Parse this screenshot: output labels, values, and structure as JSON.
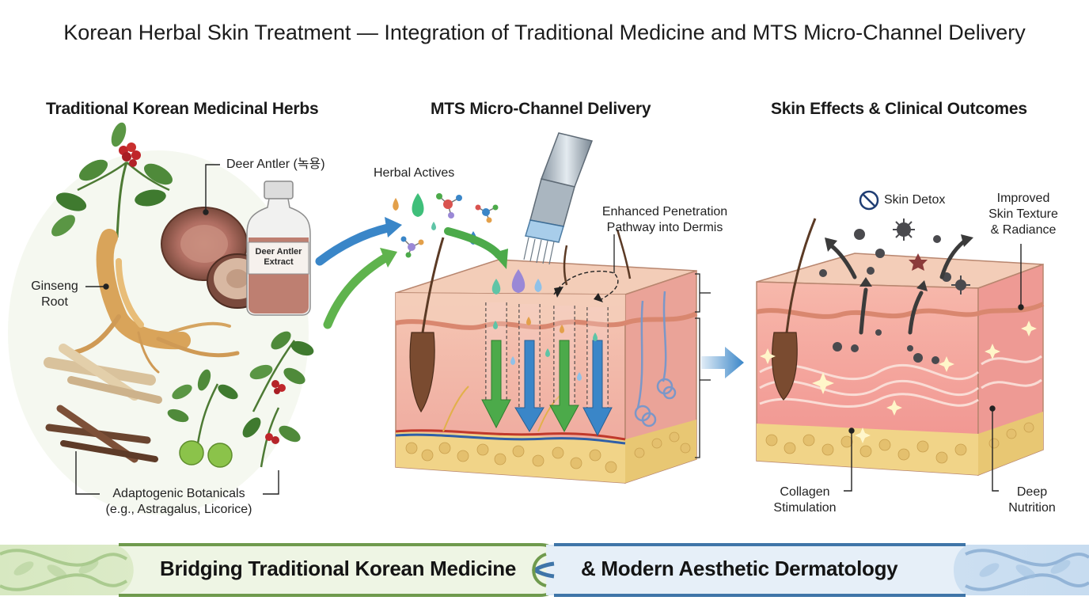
{
  "title": "Korean Herbal Skin Treatment — Integration of Traditional Medicine and MTS Micro-Channel Delivery",
  "panels": {
    "herbs": {
      "heading": "Traditional Korean Medicinal Herbs",
      "labels": {
        "deer_antler": "Deer Antler (녹용)",
        "bottle_line1": "Deer Antler",
        "bottle_line2": "Extract",
        "ginseng_line1": "Ginseng",
        "ginseng_line2": "Root",
        "adaptogenic_line1": "Adaptogenic Botanicals",
        "adaptogenic_line2": "(e.g., Astragalus, Licorice)"
      }
    },
    "mts": {
      "heading": "MTS Micro-Channel Delivery",
      "labels": {
        "herbal_actives": "Herbal Actives",
        "penetration_line1": "Enhanced Penetration",
        "penetration_line2": "Pathway into Dermis"
      }
    },
    "effects": {
      "heading": "Skin Effects & Clinical Outcomes",
      "labels": {
        "detox": "Skin Detox",
        "texture_line1": "Improved",
        "texture_line2": "Skin Texture",
        "texture_line3": "& Radiance",
        "collagen_line1": "Collagen",
        "collagen_line2": "Stimulation",
        "nutrition_line1": "Deep",
        "nutrition_line2": "Nutrition"
      }
    }
  },
  "banner": {
    "left": "Bridging Traditional Korean Medicine",
    "right": "& Modern Aesthetic Dermatology"
  },
  "colors": {
    "green_band": "#7fa85a",
    "blue_band": "#3f75a8",
    "skin": "#f2c4b0",
    "dermis": "#f0a9a0",
    "fat": "#f1d488",
    "arrow_green": "#4caa4a",
    "arrow_blue": "#3a86c8"
  },
  "icons": [
    "ginseng-icon",
    "deer-antler-slice-icon",
    "extract-bottle-icon",
    "herb-leaves-icon",
    "root-sticks-icon",
    "microneedle-pen-icon",
    "molecule-icon",
    "droplet-icon",
    "no-symbol-icon",
    "toxin-particle-icon",
    "sparkle-icon"
  ]
}
